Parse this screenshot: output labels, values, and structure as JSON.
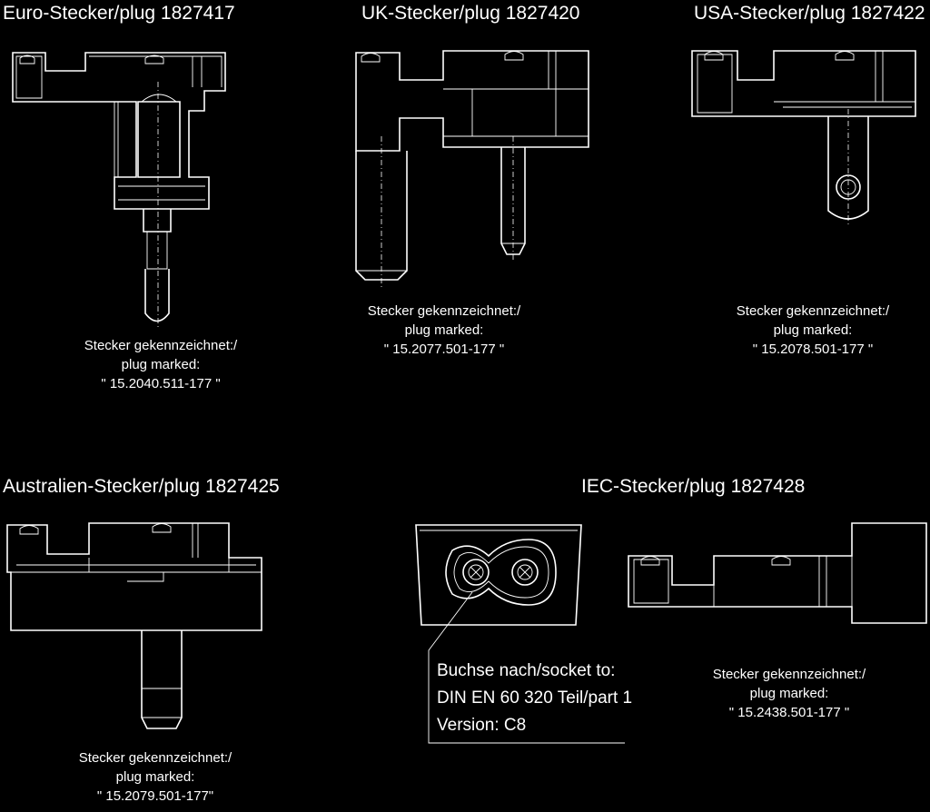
{
  "plugs": [
    {
      "title": "Euro-Stecker/plug 1827417",
      "marking": [
        "Stecker gekennzeichnet:/",
        "plug marked:",
        "\" 15.2040.511-177 \""
      ]
    },
    {
      "title": "UK-Stecker/plug 1827420",
      "marking": [
        "Stecker gekennzeichnet:/",
        "plug marked:",
        "\" 15.2077.501-177 \""
      ]
    },
    {
      "title": "USA-Stecker/plug 1827422",
      "marking": [
        "Stecker gekennzeichnet:/",
        "plug marked:",
        "\" 15.2078.501-177 \""
      ]
    },
    {
      "title": "Australien-Stecker/plug 1827425",
      "marking": [
        "Stecker gekennzeichnet:/",
        "plug marked:",
        "\" 15.2079.501-177\""
      ]
    },
    {
      "title": "IEC-Stecker/plug 1827428",
      "marking": [
        "Stecker gekennzeichnet:/",
        "plug marked:",
        "\" 15.2438.501-177 \""
      ]
    }
  ],
  "socket_note": [
    "Buchse nach/socket to:",
    "DIN EN 60 320 Teil/part 1",
    "Version: C8"
  ]
}
